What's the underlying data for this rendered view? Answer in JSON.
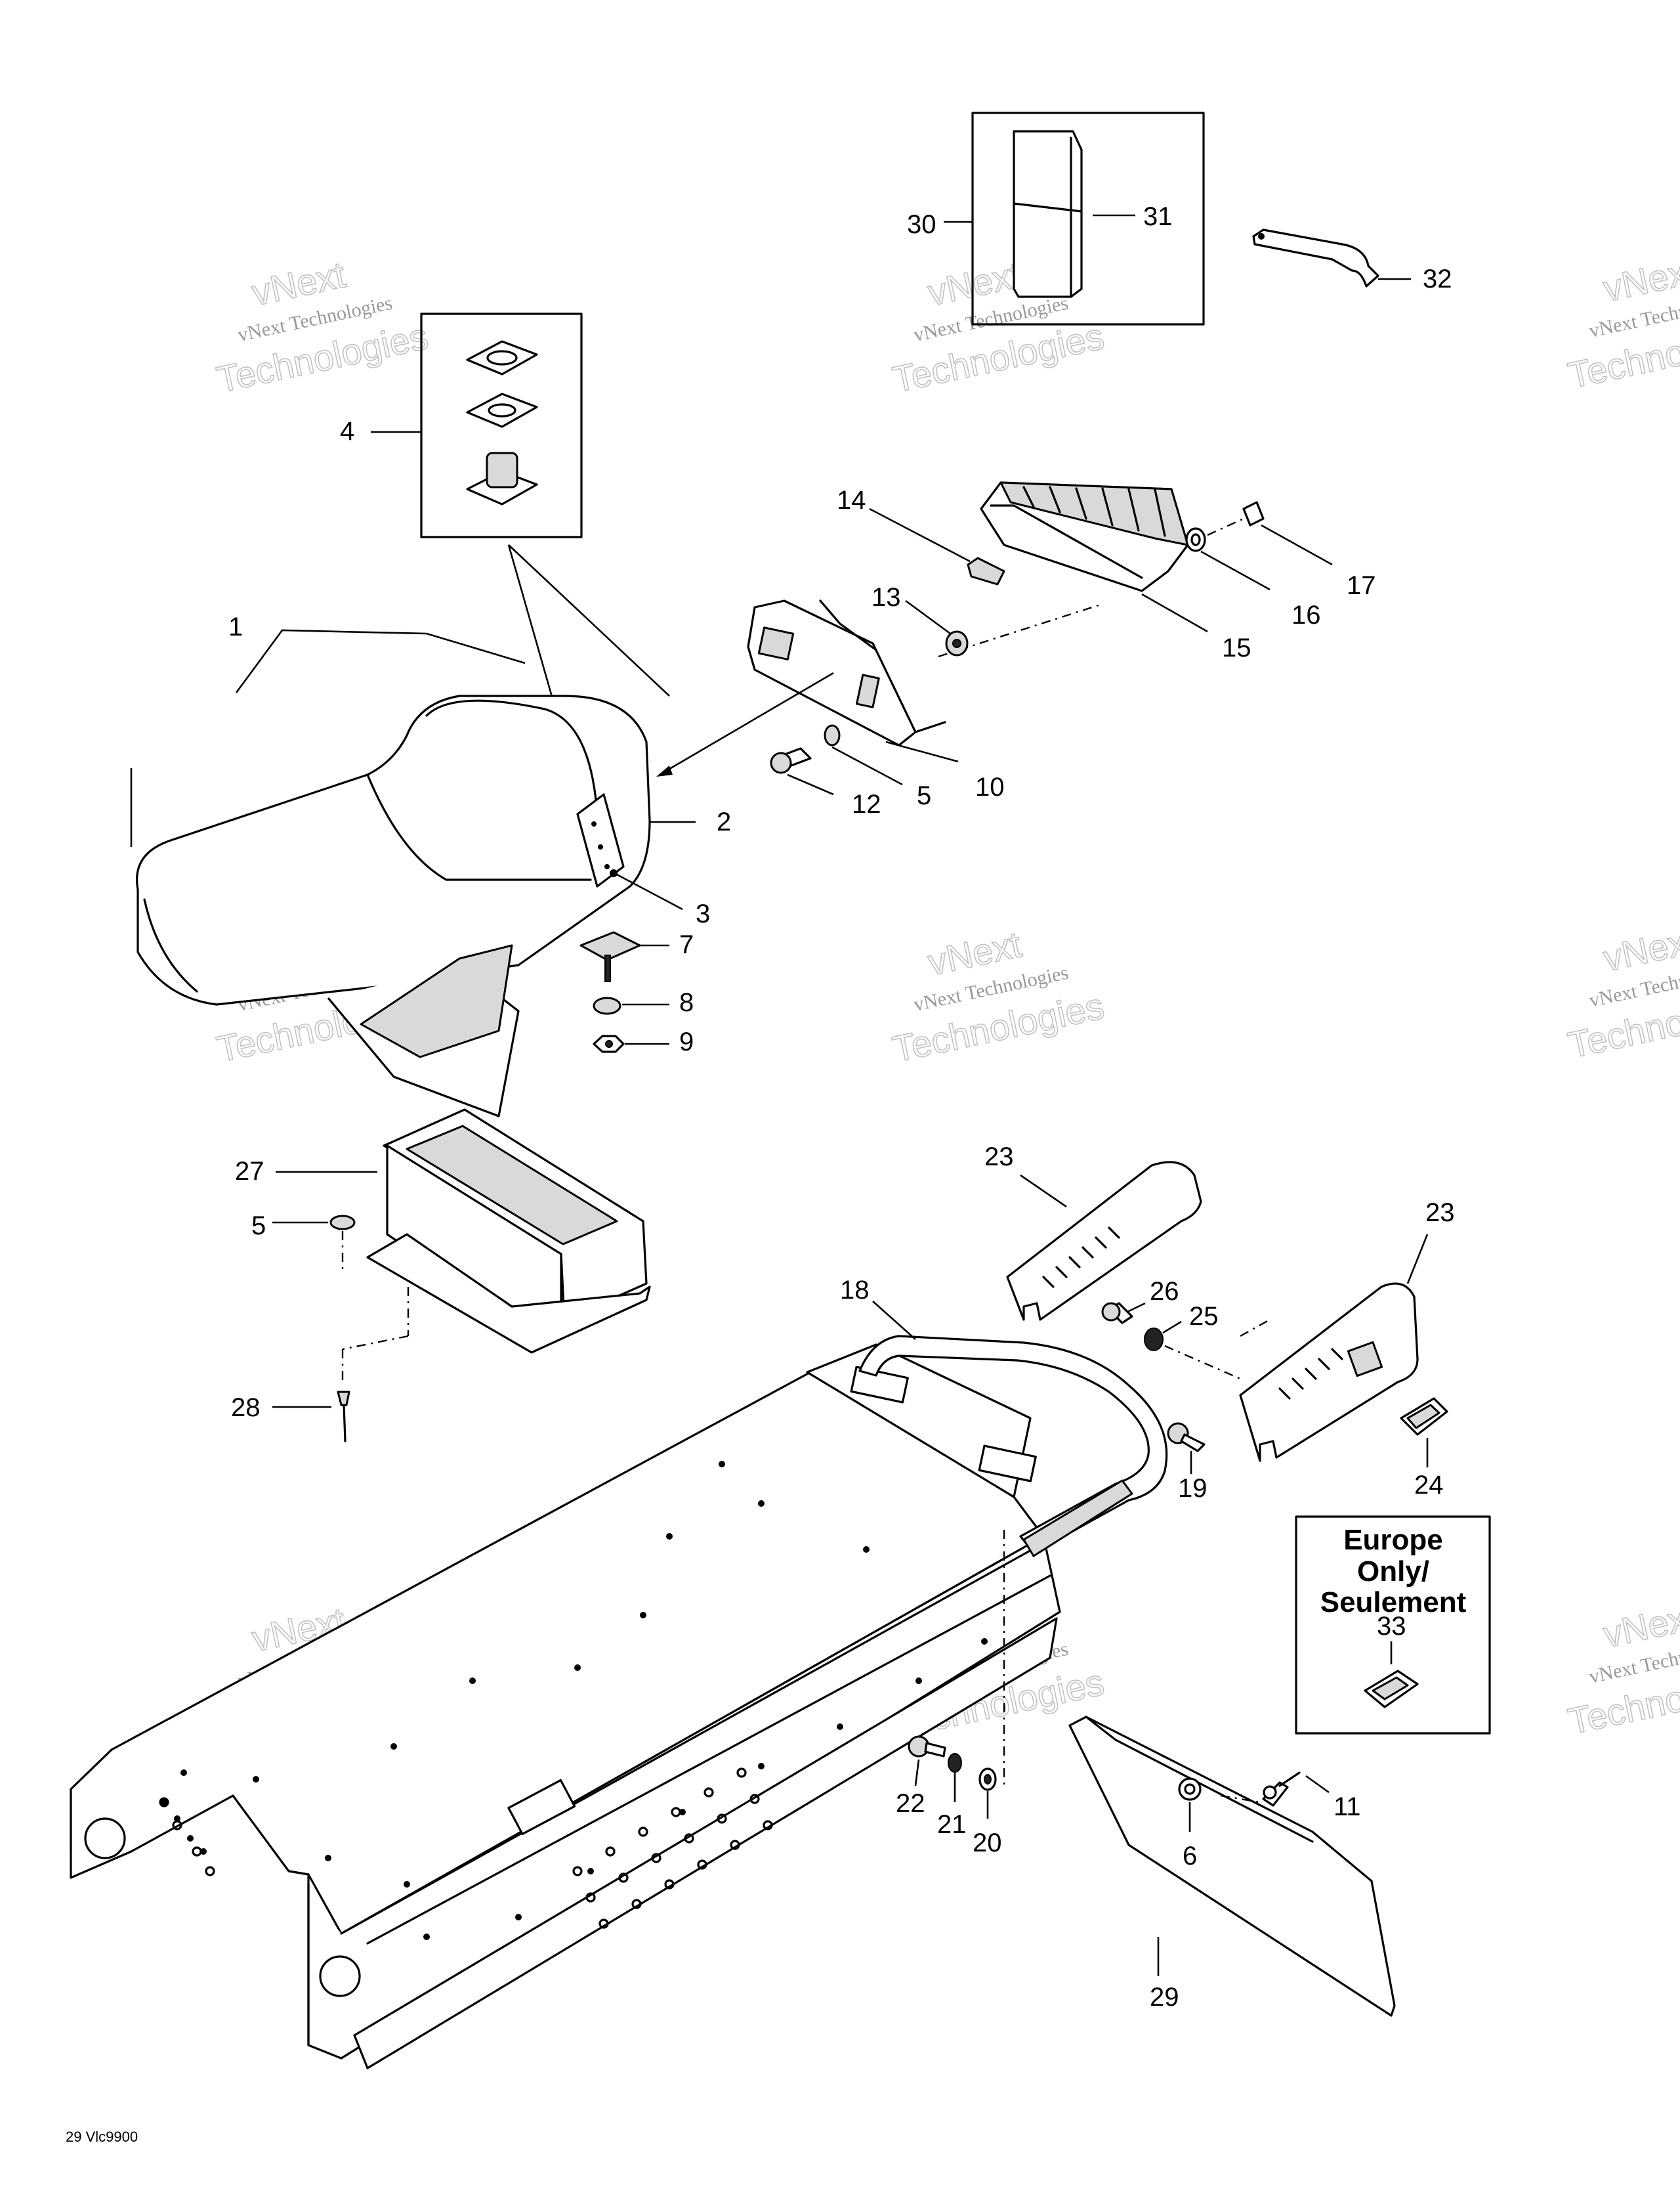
{
  "watermark": {
    "line1": "vNext",
    "line2": "vNext Technologies",
    "line3": "Technologies"
  },
  "figure_code": "29 Vlc9900",
  "europe_box": {
    "line1": "Europe",
    "line2": "Only/",
    "line3": "Seulement"
  },
  "callouts": {
    "c1": "1",
    "c2": "2",
    "c3": "3",
    "c4": "4",
    "c5a": "5",
    "c5b": "5",
    "c6": "6",
    "c7": "7",
    "c8": "8",
    "c9": "9",
    "c10": "10",
    "c11": "11",
    "c12": "12",
    "c13": "13",
    "c14": "14",
    "c15": "15",
    "c16": "16",
    "c17": "17",
    "c18": "18",
    "c19": "19",
    "c20": "20",
    "c21": "21",
    "c22": "22",
    "c23a": "23",
    "c23b": "23",
    "c24": "24",
    "c25": "25",
    "c26": "26",
    "c27": "27",
    "c28": "28",
    "c29": "29",
    "c30": "30",
    "c31": "31",
    "c32": "32",
    "c33": "33"
  }
}
